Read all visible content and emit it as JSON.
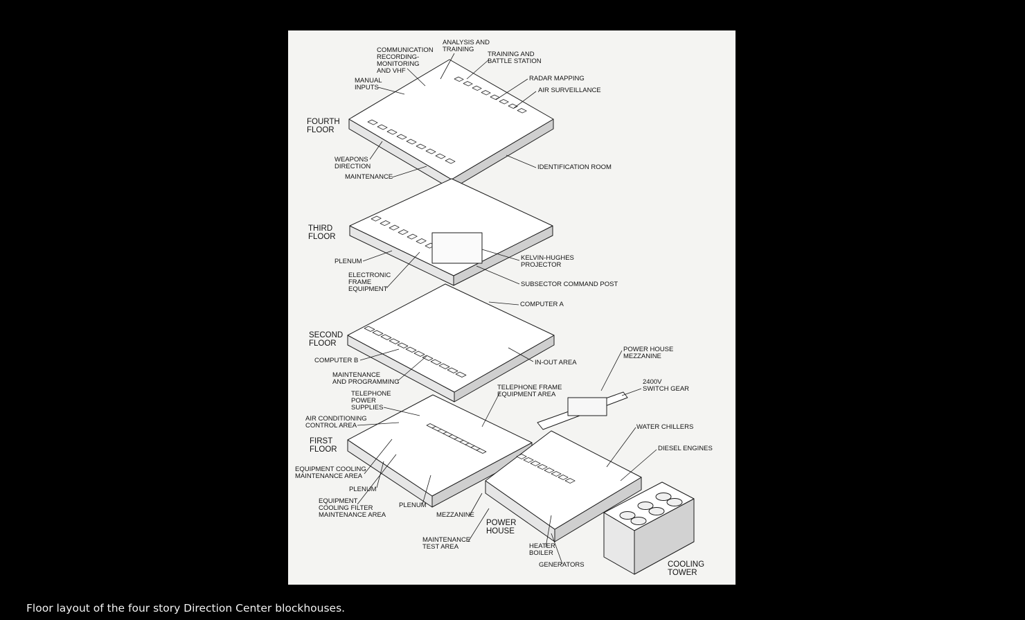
{
  "figure": {
    "caption": "Floor layout of the four story Direction Center blockhouses.",
    "floors": {
      "fourth": "FOURTH\nFLOOR",
      "third": "THIRD\nFLOOR",
      "second": "SECOND\nFLOOR",
      "first": "FIRST\nFLOOR",
      "power_house": "POWER\nHOUSE",
      "cooling_tower": "COOLING\nTOWER"
    },
    "labels": {
      "communication": "COMMUNICATION\nRECORDING-\nMONITORING\nAND VHF",
      "analysis": "ANALYSIS AND\nTRAINING",
      "training_battle": "TRAINING AND\nBATTLE STATION",
      "manual_inputs": "MANUAL\nINPUTS",
      "radar_mapping": "RADAR MAPPING",
      "air_surveillance": "AIR SURVEILLANCE",
      "weapons_direction": "WEAPONS\nDIRECTION",
      "maintenance_4": "MAINTENANCE",
      "identification_room": "IDENTIFICATION ROOM",
      "plenum_3": "PLENUM",
      "electronic_frame": "ELECTRONIC\nFRAME\nEQUIPMENT",
      "kelvin_hughes": "KELVIN-HUGHES\nPROJECTOR",
      "subsector": "SUBSECTOR COMMAND POST",
      "computer_a": "COMPUTER A",
      "computer_b": "COMPUTER B",
      "in_out": "IN-OUT AREA",
      "maint_programming": "MAINTENANCE\nAND PROGRAMMING",
      "power_house_mezz": "POWER HOUSE\nMEZZANINE",
      "telephone_frame": "TELEPHONE FRAME\nEQUIPMENT AREA",
      "switch_gear": "2400V\nSWITCH GEAR",
      "telephone_power": "TELEPHONE\nPOWER\nSUPPLIES",
      "air_conditioning": "AIR CONDITIONING\nCONTROL AREA",
      "water_chillers": "WATER CHILLERS",
      "diesel_engines": "DIESEL ENGINES",
      "equip_cooling_maint": "EQUIPMENT COOLING\nMAINTENANCE AREA",
      "plenum_1a": "PLENUM",
      "plenum_1b": "PLENUM",
      "equip_cooling_filter": "EQUIPMENT\nCOOLING FILTER\nMAINTENANCE AREA",
      "mezzanine": "MEZZANINE",
      "maint_test": "MAINTENANCE\nTEST AREA",
      "heater_boiler": "HEATER\nBOILER",
      "generators": "GENERATORS"
    }
  }
}
